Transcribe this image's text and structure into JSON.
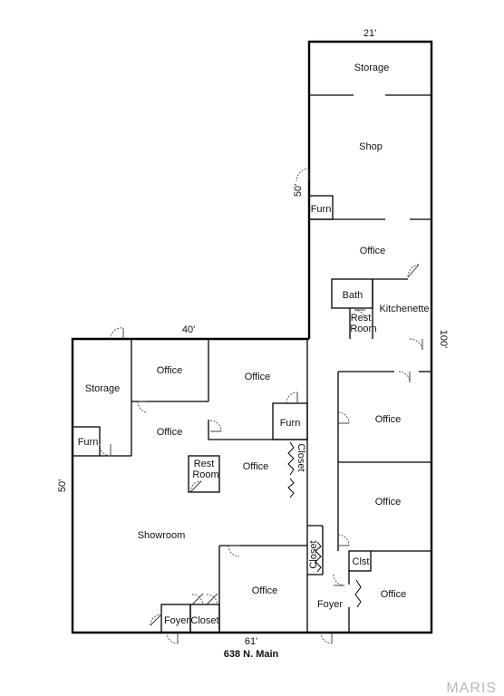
{
  "plan": {
    "address": "638 N. Main",
    "dimensions": {
      "top_right": "21'",
      "right_upper": "50'",
      "right_lower": "100'",
      "mid_top": "40'",
      "left": "50'",
      "bottom": "61'"
    },
    "rooms": {
      "storage_top": "Storage",
      "shop": "Shop",
      "furn_shop": "Furn",
      "office_upper": "Office",
      "bath": "Bath",
      "kitchenette": "Kitchenette",
      "restroom_upper_1": "Rest",
      "restroom_upper_2": "Room",
      "storage_left": "Storage",
      "office_a": "Office",
      "office_b": "Office",
      "office_c": "Office",
      "furn_left": "Furn",
      "furn_center": "Furn",
      "restroom_mid_1": "Rest",
      "restroom_mid_2": "Room",
      "office_d": "Office",
      "closet_center": "Closet",
      "office_right_1": "Office",
      "office_right_2": "Office",
      "showroom": "Showroom",
      "closet_lower": "Closet",
      "clst": "Clst",
      "office_lower_mid": "Office",
      "office_lower_right": "Office",
      "foyer_left": "Foyer",
      "closet_bottom": "Closet",
      "foyer_right": "Foyer"
    }
  },
  "watermark": "MARIS"
}
